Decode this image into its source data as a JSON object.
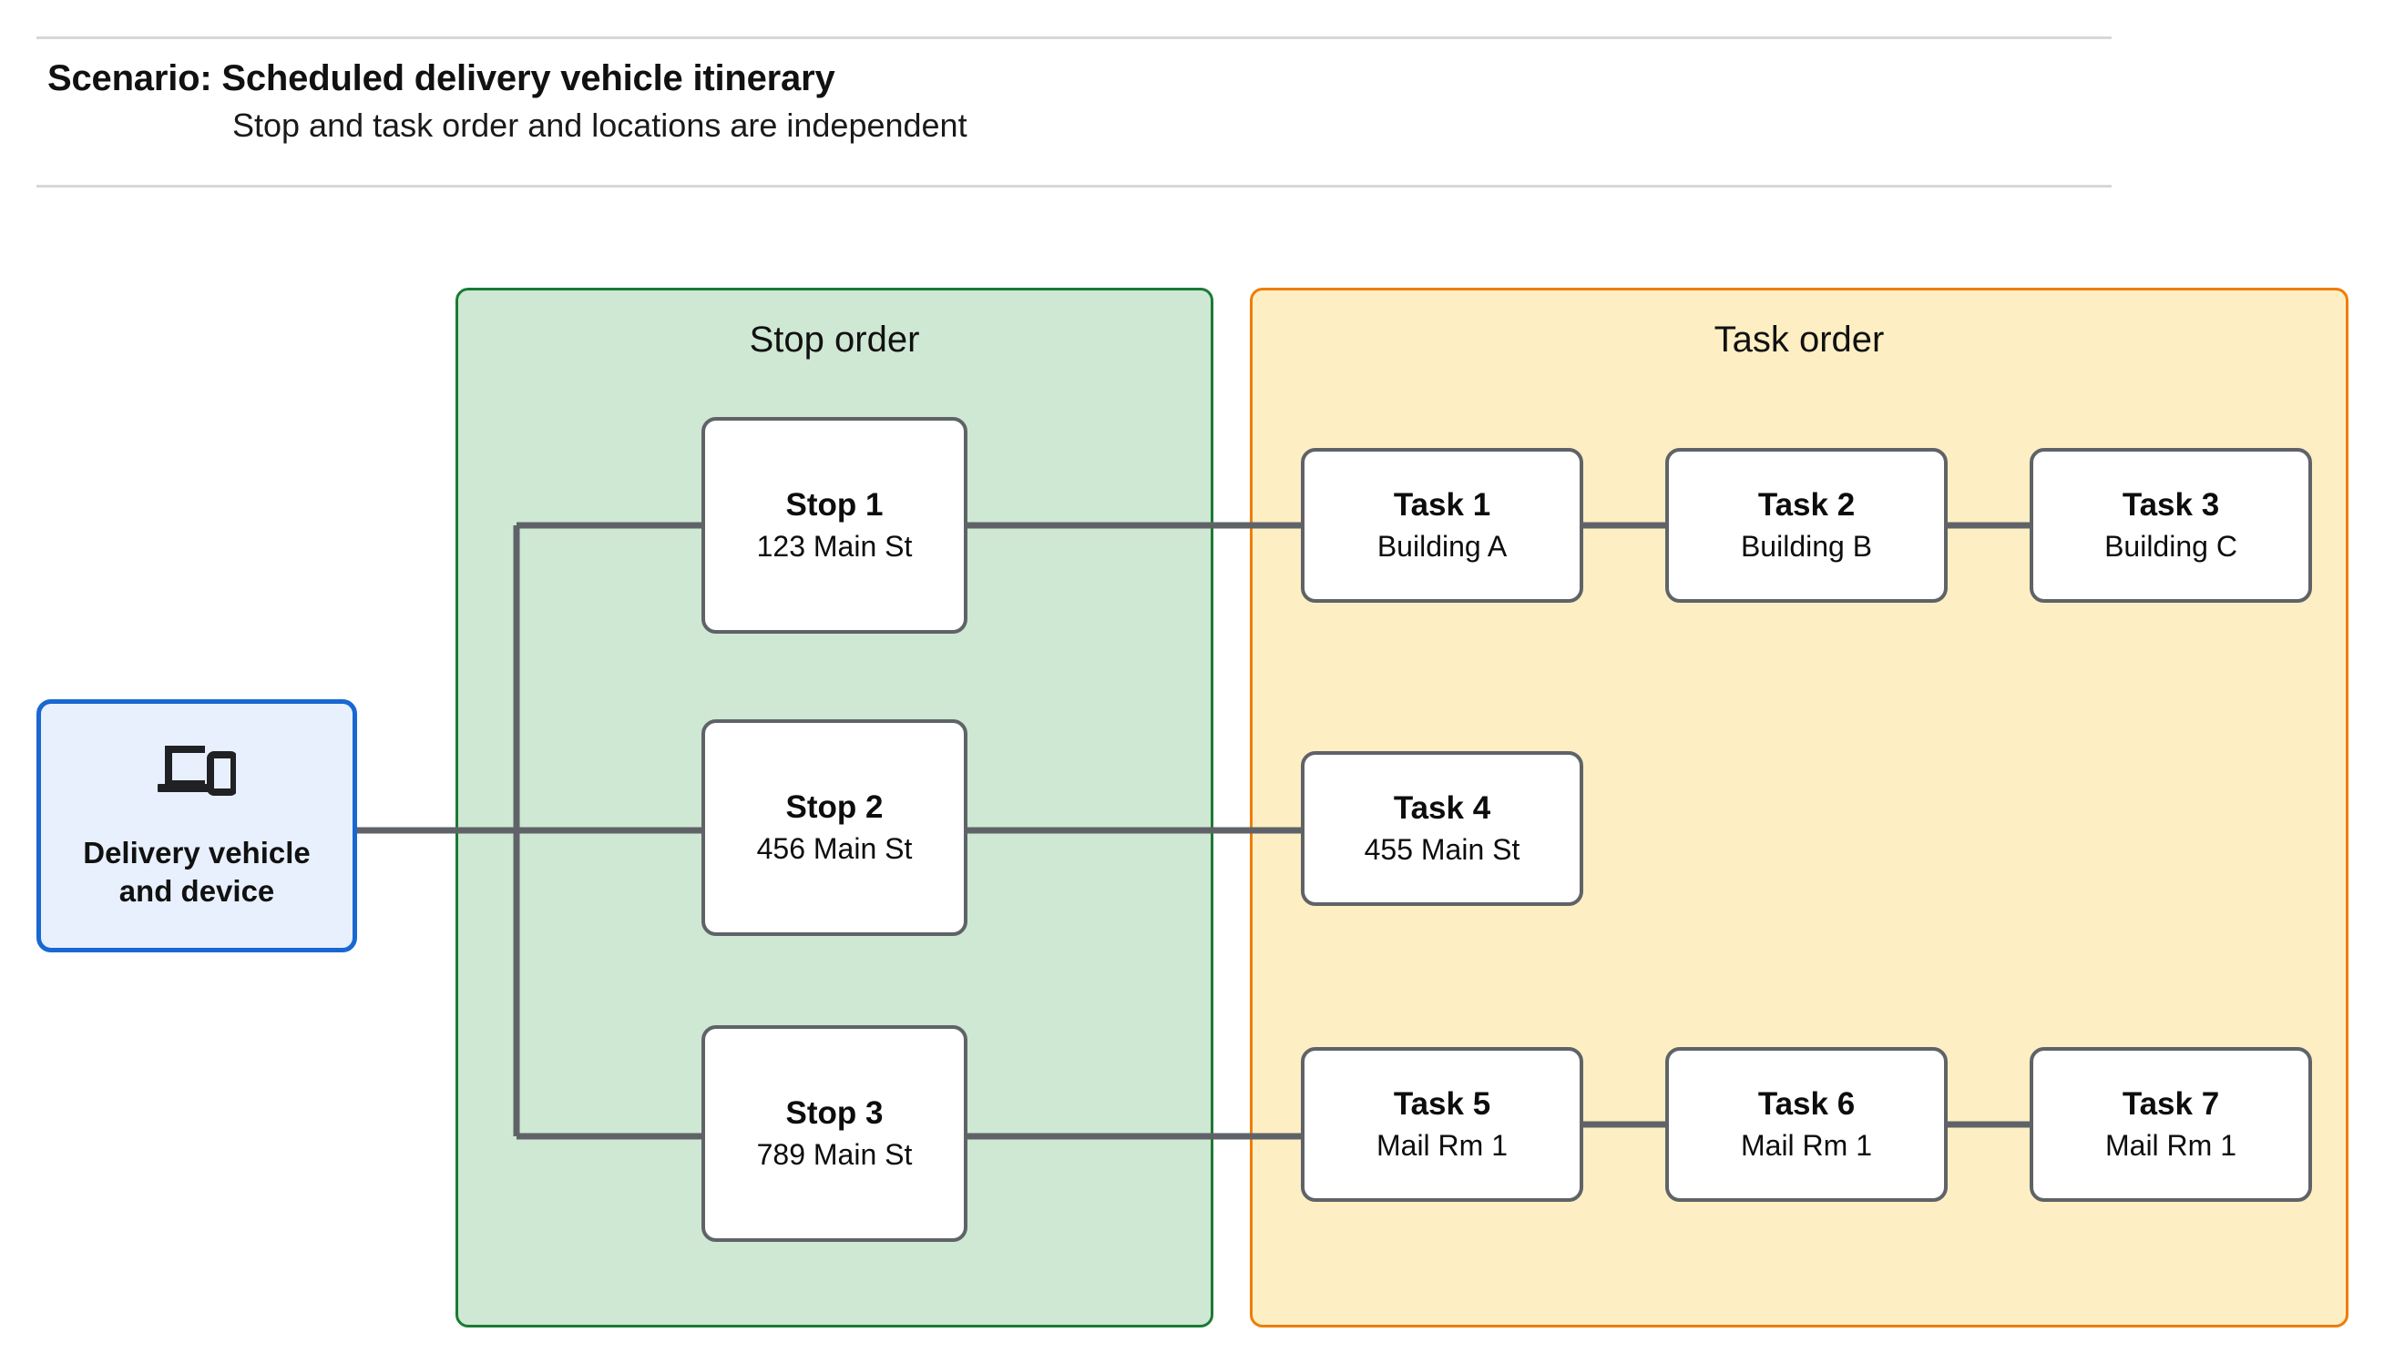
{
  "header": {
    "title": "Scenario: Scheduled delivery vehicle itinerary",
    "subtitle": "Stop and task order and locations are independent"
  },
  "vehicle": {
    "label": "Delivery vehicle\nand device",
    "icon": "devices-icon",
    "fill_color": "#e8f0fe",
    "border_color": "#1967d2"
  },
  "stop_group": {
    "title": "Stop order",
    "fill_color": "#cee8d3",
    "border_color": "#1b7a34",
    "stops": [
      {
        "title": "Stop 1",
        "address": "123 Main St"
      },
      {
        "title": "Stop 2",
        "address": "456 Main St"
      },
      {
        "title": "Stop 3",
        "address": "789 Main St"
      }
    ]
  },
  "task_group": {
    "title": "Task order",
    "fill_color": "#fdefc3",
    "border_color": "#f07c00",
    "rows": [
      {
        "tasks": [
          {
            "title": "Task 1",
            "location": "Building A"
          },
          {
            "title": "Task 2",
            "location": "Building B"
          },
          {
            "title": "Task 3",
            "location": "Building C"
          }
        ]
      },
      {
        "tasks": [
          {
            "title": "Task 4",
            "location": "455 Main St"
          }
        ]
      },
      {
        "tasks": [
          {
            "title": "Task 5",
            "location": "Mail Rm 1"
          },
          {
            "title": "Task 6",
            "location": "Mail Rm 1"
          },
          {
            "title": "Task 7",
            "location": "Mail Rm 1"
          }
        ]
      }
    ]
  },
  "connector_color": "#5f6368",
  "node_border_color": "#5f6368",
  "divider_color": "#d7d7d7"
}
